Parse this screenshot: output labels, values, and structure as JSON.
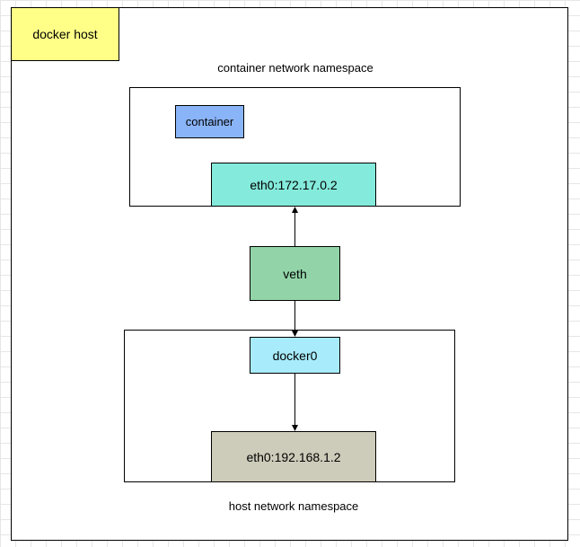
{
  "labels": {
    "docker_host": "docker host",
    "container_ns": "container network namespace",
    "container": "container",
    "container_eth0": "eth0:172.17.0.2",
    "veth": "veth",
    "docker0": "docker0",
    "host_eth0": "eth0:192.168.1.2",
    "host_ns": "host network namespace"
  },
  "colors": {
    "docker_host": "#ffff88",
    "container": "#8ab4f8",
    "container_eth0": "#84eadb",
    "veth": "#92d4a8",
    "docker0": "#a8ecfb",
    "host_eth0": "#cdcbb9"
  }
}
